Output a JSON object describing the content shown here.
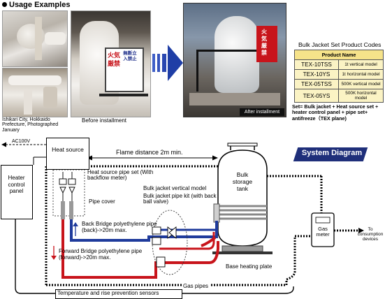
{
  "usage": {
    "title": "Usage Examples",
    "photo1_caption": "Ishikari City, Hokkaido Prefecture, Photographed January",
    "photo2_caption": "Before installment",
    "photo3_caption": "After installment",
    "sign_text_1": "火気厳禁",
    "sign_text_2": "無断立入禁止"
  },
  "product_codes": {
    "title": "Bulk Jacket Set Product Codes",
    "header": "Product Name",
    "rows": [
      {
        "code": "TEX-10TSS",
        "model": "1t vertical model"
      },
      {
        "code": "TEX-10YS",
        "model": "1t horizontal model"
      },
      {
        "code": "TEX-05TSS",
        "model": "500K vertical model"
      },
      {
        "code": "TEX-05YS",
        "model": "500K horizontal model"
      }
    ],
    "note": "Set= Bulk jacket + Heat source set + heater control panel + pipe set+ antifreeze（TEX plane)"
  },
  "diagram": {
    "title": "System Diagram",
    "ac_label": "AC100V",
    "heat_source": "Heat source",
    "heater_panel": "Heater control panel",
    "flame_distance": "Flame distance 2m min.",
    "bulk_tank": "Bulk storage tank",
    "heat_pipe_set": "Heat source pipe set (With backflow meter)",
    "jacket_vertical": "Bulk jacket vertical model",
    "jacket_pipe_kit": "Bulk jacket pipe kit (with back ball valve)",
    "pipe_cover": "Pipe cover",
    "back_label": "Back Bridge polyethylene pipe (back)->20m max.",
    "forward_label": "Forward Bridge polyethylene pipe (forward)->20m max.",
    "base_plate": "Base heating plate",
    "gas_meter": "Gas meter",
    "consumption": "To consumption devices",
    "gas_pipes": "Gas pipes",
    "sensors": "Temperature and rise prevention sensors"
  }
}
